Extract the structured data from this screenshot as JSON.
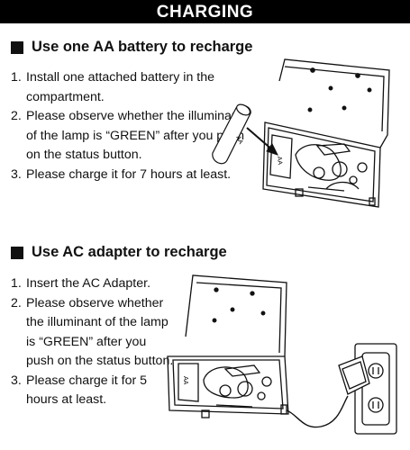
{
  "header": {
    "title": "CHARGING"
  },
  "section1": {
    "heading": "Use one AA battery to recharge",
    "steps": [
      {
        "num": "1.",
        "text": "Install one attached battery in the compartment."
      },
      {
        "num": "2.",
        "text": "Please observe whether the illuminant of the lamp is “GREEN” after you push on the status button."
      },
      {
        "num": "3.",
        "text": "Please charge it for 7 hours at least."
      }
    ],
    "illustration": {
      "battery_label": "AA",
      "compartment_label": "AA"
    }
  },
  "section2": {
    "heading": "Use AC adapter to recharge",
    "steps": [
      {
        "num": "1.",
        "text": "Insert the AC Adapter."
      },
      {
        "num": "2.",
        "text": "Please observe whether the illuminant of the lamp is “GREEN” after you push on the status button."
      },
      {
        "num": "3.",
        "text": "Please charge it for 5 hours at least."
      }
    ],
    "illustration": {
      "compartment_label": "AA"
    }
  }
}
